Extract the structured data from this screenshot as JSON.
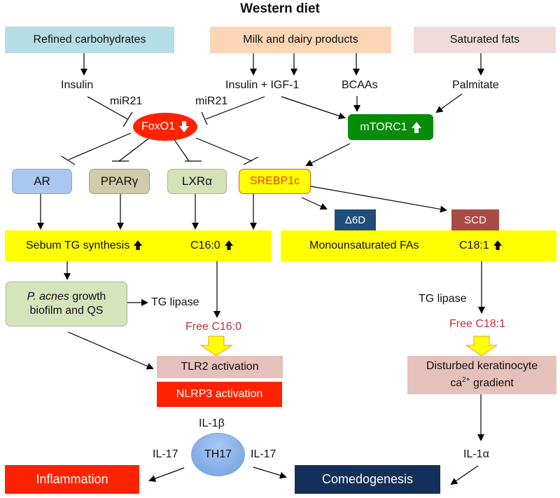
{
  "title": "Western diet",
  "sources": {
    "refined_carbs": "Refined carbohydrates",
    "milk_dairy": "Milk and dairy products",
    "saturated_fats": "Saturated fats"
  },
  "mediators": {
    "insulin": "Insulin",
    "insulin_igf1": "Insulin + IGF-1",
    "bcaas": "BCAAs",
    "palmitate": "Palmitate",
    "mir21_left": "miR21",
    "mir21_right": "miR21"
  },
  "foxo1": {
    "label": "FoxO1",
    "trend": "down"
  },
  "mtorc1": {
    "label": "mTORC1",
    "trend": "up"
  },
  "transcription_factors": {
    "ar": "AR",
    "ppar": "PPARγ",
    "lxr": "LXRα",
    "srebp": "SREBP1c"
  },
  "enzymes": {
    "d6d": "Δ6D",
    "scd": "SCD"
  },
  "sebum_bar": {
    "synthesis": "Sebum TG synthesis",
    "c16": "C16:0"
  },
  "mufa_bar": {
    "mufa": "Monounsaturated FAs",
    "c18": "C18:1"
  },
  "pacnes": {
    "italic": "P. acnes",
    "rest1": " growth",
    "line2": "biofilm and QS"
  },
  "tg_lipase_left": "TG lipase",
  "tg_lipase_right": "TG lipase",
  "free_c16": "Free C16:0",
  "free_c18": "Free C18:1",
  "tlr2": "TLR2 activation",
  "nlrp3": "NLRP3 activation",
  "keratinocyte": {
    "line1": "Disturbed keratinocyte",
    "line2_a": "ca",
    "line2_sup": "2+",
    "line2_b": " gradient"
  },
  "il1b": "IL-1β",
  "th17": "TH17",
  "il17_left": "IL-17",
  "il17_right": "IL-17",
  "il1a": "IL-1α",
  "inflammation": "Inflammation",
  "comedogenesis": "Comedogenesis",
  "colors": {
    "refined_carbs_bg": "#b7dde8",
    "milk_bg": "#fcd5b5",
    "sat_fats_bg": "#f2dcdb",
    "foxo1": "#ff2200",
    "mtorc1": "#078c07",
    "ar": "#a9c7f0",
    "ppar": "#d1cbab",
    "lxr": "#d5e2b8",
    "srebp_bg": "#ffff00",
    "srebp_text": "#e8420c",
    "d6d": "#1f4e79",
    "scd": "#a84b45",
    "yellow_bar": "#ffff00",
    "pacnes_bg": "#d6e4bc",
    "tlr2": "#e6c1bb",
    "nlrp3": "#ff2200",
    "free_fa_text": "#c0303c",
    "th17": "#8db3e8",
    "inflammation": "#ff2200",
    "comedogenesis": "#14305a"
  }
}
